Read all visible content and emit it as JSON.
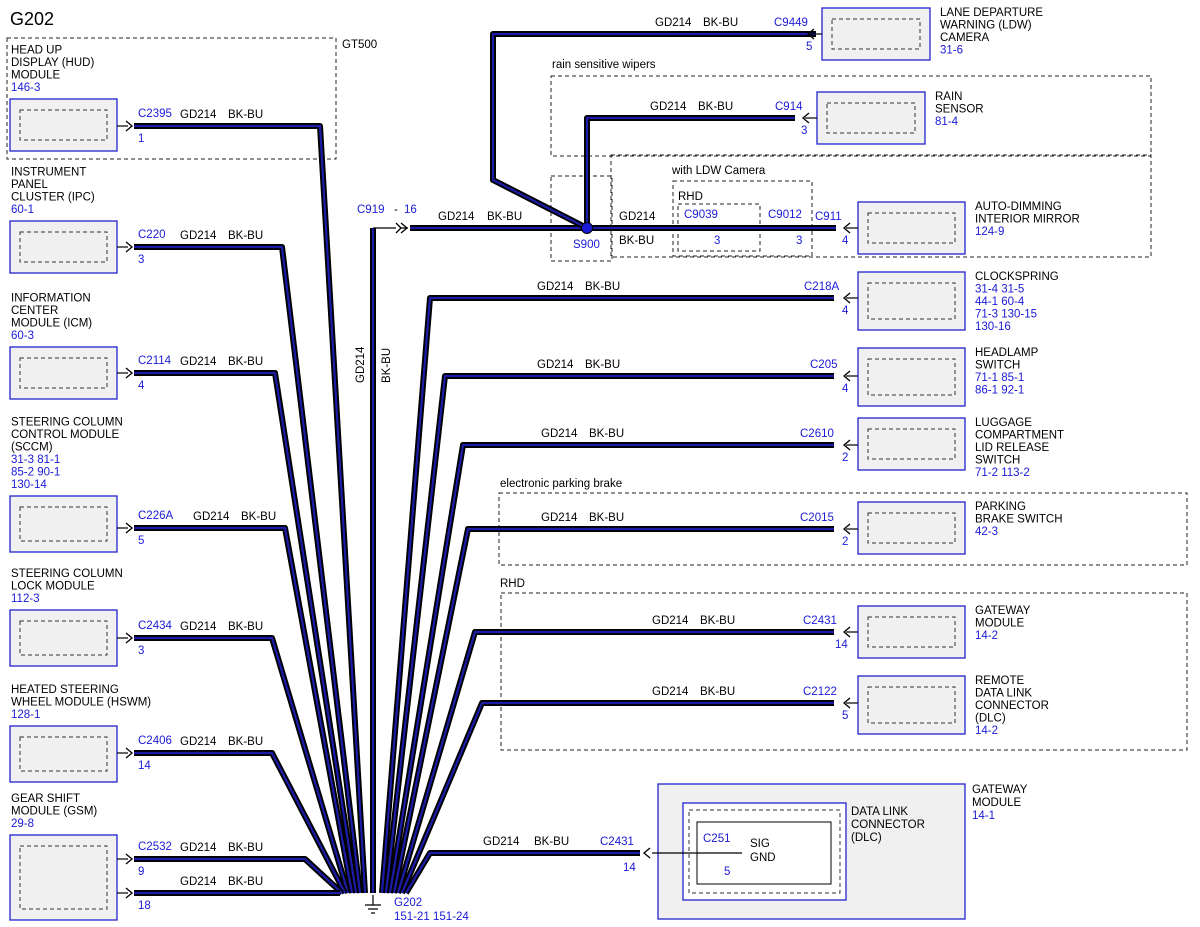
{
  "title": "G202",
  "circuit": "GD214",
  "color": "BK-BU",
  "options": {
    "gt500": "GT500",
    "rain": "rain sensitive wipers",
    "ldw": "with LDW Camera",
    "rhd_small": "RHD",
    "epb": "electronic parking brake",
    "rhd": "RHD"
  },
  "left": [
    {
      "name": [
        "HEAD UP",
        "DISPLAY (HUD)",
        "MODULE"
      ],
      "ref": [
        "146-3"
      ],
      "conn": "C2395",
      "pin": "1"
    },
    {
      "name": [
        "INSTRUMENT",
        "PANEL",
        "CLUSTER (IPC)"
      ],
      "ref": [
        "60-1"
      ],
      "conn": "C220",
      "pin": "3"
    },
    {
      "name": [
        "INFORMATION",
        "CENTER",
        "MODULE (ICM)"
      ],
      "ref": [
        "60-3"
      ],
      "conn": "C2114",
      "pin": "4"
    },
    {
      "name": [
        "STEERING COLUMN",
        "CONTROL MODULE",
        "(SCCM)"
      ],
      "ref": [
        "31-3   81-1",
        "85-2   90-1",
        "130-14"
      ],
      "conn": "C226A",
      "pin": "5"
    },
    {
      "name": [
        "STEERING COLUMN",
        "LOCK MODULE"
      ],
      "ref": [
        "112-3"
      ],
      "conn": "C2434",
      "pin": "3"
    },
    {
      "name": [
        "HEATED STEERING",
        "WHEEL MODULE (HSWM)"
      ],
      "ref": [
        "128-1"
      ],
      "conn": "C2406",
      "pin": "14"
    },
    {
      "name": [
        "GEAR SHIFT",
        "MODULE (GSM)"
      ],
      "ref": [
        "29-8"
      ],
      "conn": "C2532",
      "pin": "9",
      "pin2": "18"
    }
  ],
  "right": [
    {
      "name": [
        "LANE DEPARTURE",
        "WARNING (LDW)",
        "CAMERA"
      ],
      "ref": [
        "31-6"
      ],
      "conn": "C9449",
      "pin": "5"
    },
    {
      "name": [
        "RAIN",
        "SENSOR"
      ],
      "ref": [
        "81-4"
      ],
      "conn": "C914",
      "pin": "3"
    },
    {
      "name": [
        "AUTO-DIMMING",
        "INTERIOR MIRROR"
      ],
      "ref": [
        "124-9"
      ],
      "conn": "C911",
      "pin": "4"
    },
    {
      "name": [
        "CLOCKSPRING"
      ],
      "ref": [
        "31-4    31-5",
        "44-1    60-4",
        "71-3    130-15",
        "130-16"
      ],
      "conn": "C218A",
      "pin": "4"
    },
    {
      "name": [
        "HEADLAMP",
        "SWITCH"
      ],
      "ref": [
        "71-1    85-1",
        "86-1    92-1"
      ],
      "conn": "C205",
      "pin": "4"
    },
    {
      "name": [
        "LUGGAGE",
        "COMPARTMENT",
        "LID RELEASE",
        "SWITCH"
      ],
      "ref": [
        "71-2    113-2"
      ],
      "conn": "C2610",
      "pin": "2"
    },
    {
      "name": [
        "PARKING",
        "BRAKE SWITCH"
      ],
      "ref": [
        "42-3"
      ],
      "conn": "C2015",
      "pin": "2"
    },
    {
      "name": [
        "GATEWAY",
        "MODULE"
      ],
      "ref": [
        "14-2"
      ],
      "conn": "C2431",
      "pin": "14"
    },
    {
      "name": [
        "REMOTE",
        "DATA LINK",
        "CONNECTOR",
        "(DLC)"
      ],
      "ref": [
        "14-2"
      ],
      "conn": "C2122",
      "pin": "5"
    }
  ],
  "splice": {
    "name": "S900",
    "c919": "C919",
    "c919_pin": "16",
    "c9039": "C9039",
    "c9039_pin": "3",
    "c9012": "C9012",
    "c9012_pin": "3"
  },
  "ground": {
    "name": "G202",
    "refs": "151-21   151-24"
  },
  "gateway_bottom": {
    "name": [
      "GATEWAY",
      "MODULE"
    ],
    "ref": [
      "14-1"
    ],
    "dlc": [
      "DATA LINK",
      "CONNECTOR",
      "(DLC)"
    ],
    "conn": "C2431",
    "pin": "14",
    "inner_conn": "C251",
    "inner_pin": "5",
    "sig": [
      "SIG",
      "GND"
    ]
  },
  "colors": {
    "wire": "#1c1ca8",
    "ref": "#1a1ad6",
    "component_border": "#2222cc",
    "component_fill": "#f0f0f0"
  }
}
